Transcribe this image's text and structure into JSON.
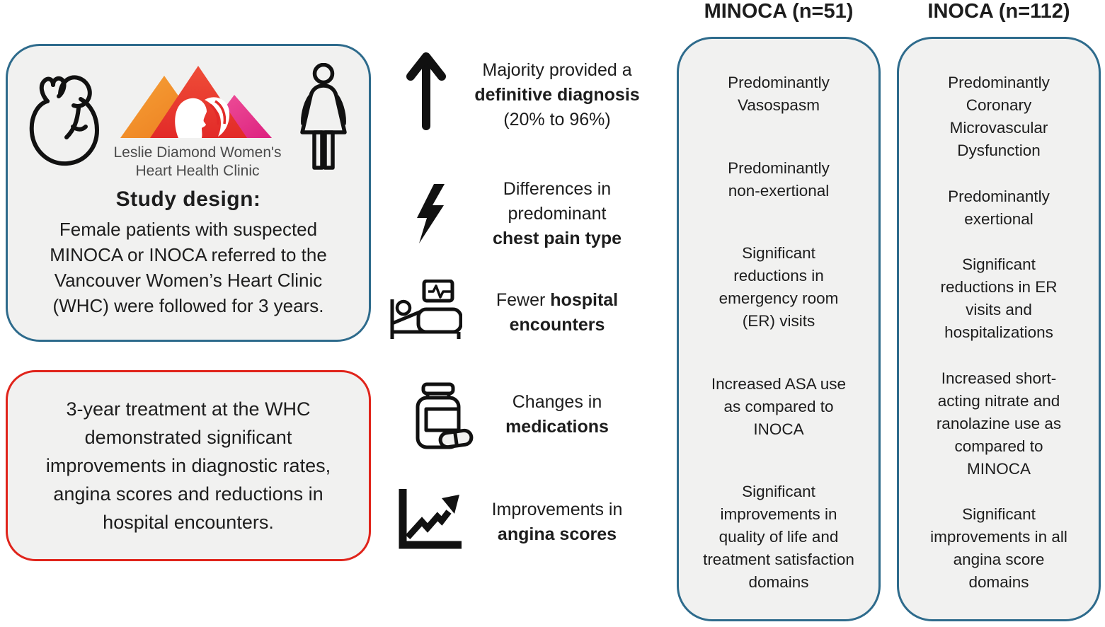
{
  "colors": {
    "card_fill": "#f1f1f0",
    "border_blue": "#2e6b8c",
    "border_red": "#e0241b",
    "logo_orange": "#ee8626",
    "logo_red": "#e53128",
    "logo_pink": "#e9308b",
    "text": "#1d1d1d"
  },
  "study_box": {
    "clinic_name": "Leslie Diamond Women's\nHeart Health Clinic",
    "heading": "Study design:",
    "body": "Female patients with suspected\nMINOCA or INOCA referred to the\nVancouver Women’s Heart Clinic\n(WHC) were followed for 3 years."
  },
  "conclusion_box": {
    "body": "3-year treatment at the WHC\ndemonstrated significant\nimprovements in diagnostic rates,\nangina scores and reductions in\nhospital encounters."
  },
  "findings": {
    "diagnosis": {
      "line1": "Majority provided a",
      "line2": "definitive diagnosis",
      "line3": "(20% to 96%)"
    },
    "chest_pain": {
      "line1": "Differences in",
      "line2": "predominant",
      "line3": "chest pain type"
    },
    "hospital": {
      "line1_regular": "Fewer ",
      "line1_bold": "hospital",
      "line2_bold": "encounters"
    },
    "medications": {
      "line1": "Changes in",
      "line2": "medications"
    },
    "angina": {
      "line1": "Improvements in",
      "line2": "angina scores"
    }
  },
  "minoca": {
    "header": "MINOCA (n=51)",
    "items": [
      "Predominantly\nVasospasm",
      "Predominantly\nnon-exertional",
      "Significant\nreductions in\nemergency room\n(ER) visits",
      "Increased ASA use\nas compared to\nINOCA",
      "Significant\nimprovements in\nquality of life and\ntreatment satisfaction\ndomains"
    ]
  },
  "inoca": {
    "header": "INOCA (n=112)",
    "items": [
      "Predominantly\nCoronary\nMicrovascular\nDysfunction",
      "Predominantly\nexertional",
      "Significant\nreductions in ER\nvisits and\nhospitalizations",
      "Increased short-\nacting nitrate and\nranolazine use as\ncompared to\nMINOCA",
      "Significant\nimprovements in all\nangina score\ndomains"
    ]
  }
}
